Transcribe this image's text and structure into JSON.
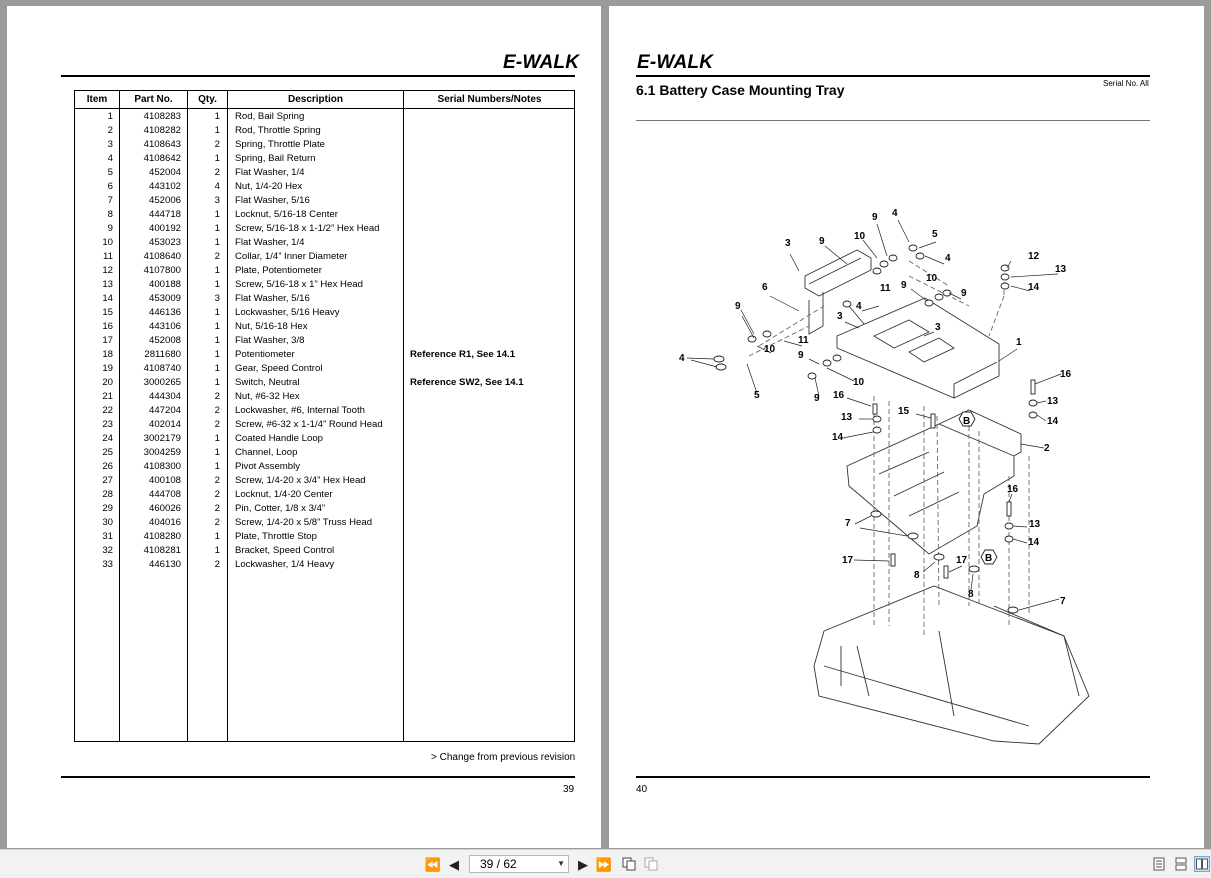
{
  "left_page": {
    "brand": "E-WALK",
    "table": {
      "headers": [
        "Item",
        "Part No.",
        "Qty.",
        "Description",
        "Serial Numbers/Notes"
      ],
      "rows": [
        [
          "1",
          "4108283",
          "1",
          "Rod, Bail Spring",
          ""
        ],
        [
          "2",
          "4108282",
          "1",
          "Rod, Throttle Spring",
          ""
        ],
        [
          "3",
          "4108643",
          "2",
          "Spring, Throttle Plate",
          ""
        ],
        [
          "4",
          "4108642",
          "1",
          "Spring, Bail Return",
          ""
        ],
        [
          "5",
          "452004",
          "2",
          "Flat Washer, 1/4",
          ""
        ],
        [
          "6",
          "443102",
          "4",
          "Nut, 1/4-20 Hex",
          ""
        ],
        [
          "7",
          "452006",
          "3",
          "Flat Washer, 5/16",
          ""
        ],
        [
          "8",
          "444718",
          "1",
          "Locknut, 5/16-18 Center",
          ""
        ],
        [
          "9",
          "400192",
          "1",
          "Screw, 5/16-18 x 1-1/2” Hex Head",
          ""
        ],
        [
          "10",
          "453023",
          "1",
          "Flat Washer, 1/4",
          ""
        ],
        [
          "11",
          "4108640",
          "2",
          "Collar, 1/4” Inner Diameter",
          ""
        ],
        [
          "12",
          "4107800",
          "1",
          "Plate, Potentiometer",
          ""
        ],
        [
          "13",
          "400188",
          "1",
          "Screw, 5/16-18 x 1” Hex Head",
          ""
        ],
        [
          "14",
          "453009",
          "3",
          "Flat Washer, 5/16",
          ""
        ],
        [
          "15",
          "446136",
          "1",
          "Lockwasher, 5/16 Heavy",
          ""
        ],
        [
          "16",
          "443106",
          "1",
          "Nut, 5/16-18 Hex",
          ""
        ],
        [
          "17",
          "452008",
          "1",
          "Flat Washer, 3/8",
          ""
        ],
        [
          "18",
          "2811680",
          "1",
          "Potentiometer",
          "Reference R1, See 14.1"
        ],
        [
          "19",
          "4108740",
          "1",
          "Gear, Speed Control",
          ""
        ],
        [
          "20",
          "3000265",
          "1",
          "Switch, Neutral",
          "Reference SW2, See 14.1"
        ],
        [
          "21",
          "444304",
          "2",
          "Nut, #6-32 Hex",
          ""
        ],
        [
          "22",
          "447204",
          "2",
          "Lockwasher, #6, Internal Tooth",
          ""
        ],
        [
          "23",
          "402014",
          "2",
          "Screw, #6-32 x 1-1/4” Round Head",
          ""
        ],
        [
          "24",
          "3002179",
          "1",
          "Coated Handle Loop",
          ""
        ],
        [
          "25",
          "3004259",
          "1",
          "Channel, Loop",
          ""
        ],
        [
          "26",
          "4108300",
          "1",
          "Pivot Assembly",
          ""
        ],
        [
          "27",
          "400108",
          "2",
          "Screw, 1/4-20 x 3/4” Hex Head",
          ""
        ],
        [
          "28",
          "444708",
          "2",
          "Locknut, 1/4-20 Center",
          ""
        ],
        [
          "29",
          "460026",
          "2",
          "Pin, Cotter, 1/8 x 3/4”",
          ""
        ],
        [
          "30",
          "404016",
          "2",
          "Screw, 1/4-20 x 5/8” Truss Head",
          ""
        ],
        [
          "31",
          "4108280",
          "1",
          "Plate, Throttle Stop",
          ""
        ],
        [
          "32",
          "4108281",
          "1",
          "Bracket, Speed Control",
          ""
        ],
        [
          "33",
          "446130",
          "2",
          "Lockwasher, 1/4 Heavy",
          ""
        ]
      ]
    },
    "footnote": "> Change from previous revision",
    "page_number": "39"
  },
  "right_page": {
    "brand": "E-WALK",
    "section_title": "6.1 Battery Case Mounting Tray",
    "serial": "Serial No. All",
    "page_number": "40",
    "diagram_callouts": [
      "9",
      "4",
      "5",
      "4",
      "3",
      "9",
      "10",
      "12",
      "13",
      "14",
      "9",
      "10",
      "9",
      "6",
      "11",
      "4",
      "3",
      "3",
      "9",
      "11",
      "1",
      "10",
      "9",
      "4",
      "5",
      "10",
      "16",
      "9",
      "16",
      "13",
      "15",
      "13",
      "14",
      "B",
      "14",
      "2",
      "16",
      "13",
      "7",
      "14",
      "17",
      "8",
      "17",
      "B",
      "8",
      "7"
    ]
  },
  "toolbar": {
    "page_indicator": "39 / 62",
    "icons": [
      "first-page-icon",
      "prev-page-icon",
      "next-page-icon",
      "last-page-icon",
      "copy-page-icon",
      "paste-page-icon",
      "single-page-view-icon",
      "continuous-view-icon",
      "two-page-view-icon"
    ]
  }
}
